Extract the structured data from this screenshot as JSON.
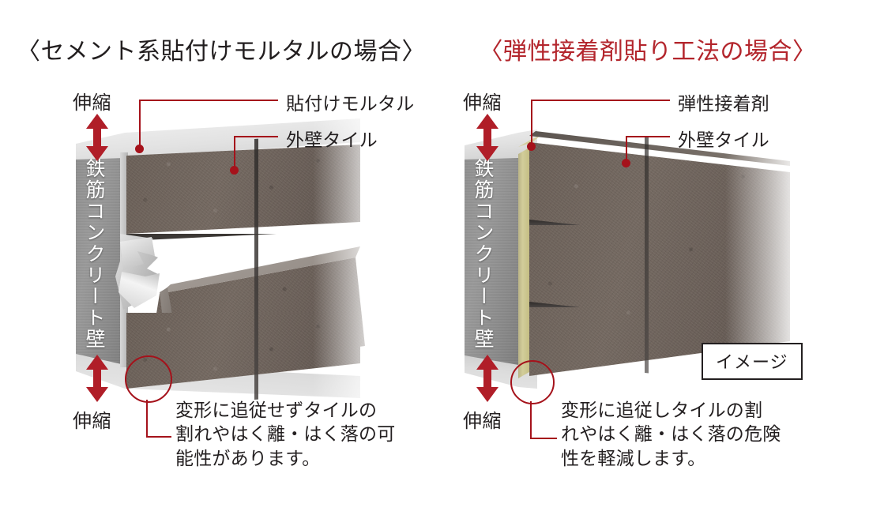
{
  "meta": {
    "background": "#ffffff",
    "accent_red": "#a5121b",
    "title_red": "#b3252c",
    "text_dark": "#231f20",
    "adhesive_color": "#c8c288",
    "tile_color": "#6b6058",
    "concrete_color": "#8f8f8f"
  },
  "left": {
    "title": "〈セメント系貼付けモルタルの場合〉",
    "stretch_top": "伸縮",
    "stretch_bottom": "伸縮",
    "wall_label": "鉄筋コンクリート壁",
    "callouts": [
      {
        "name": "mortar",
        "label": "貼付けモルタル"
      },
      {
        "name": "tile",
        "label": "外壁タイル"
      }
    ],
    "caption": "変形に追従せずタイルの\n割れやはく離・はく落の可\n能性があります。"
  },
  "right": {
    "title": "〈弾性接着剤貼り工法の場合〉",
    "stretch_top": "伸縮",
    "stretch_bottom": "伸縮",
    "wall_label": "鉄筋コンクリート壁",
    "callouts": [
      {
        "name": "adhesive",
        "label": "弾性接着剤"
      },
      {
        "name": "tile",
        "label": "外壁タイル"
      }
    ],
    "caption": "変形に追従しタイルの割\nれやはく離・はく落の危険\n性を軽減します。",
    "image_badge": "イメージ"
  }
}
